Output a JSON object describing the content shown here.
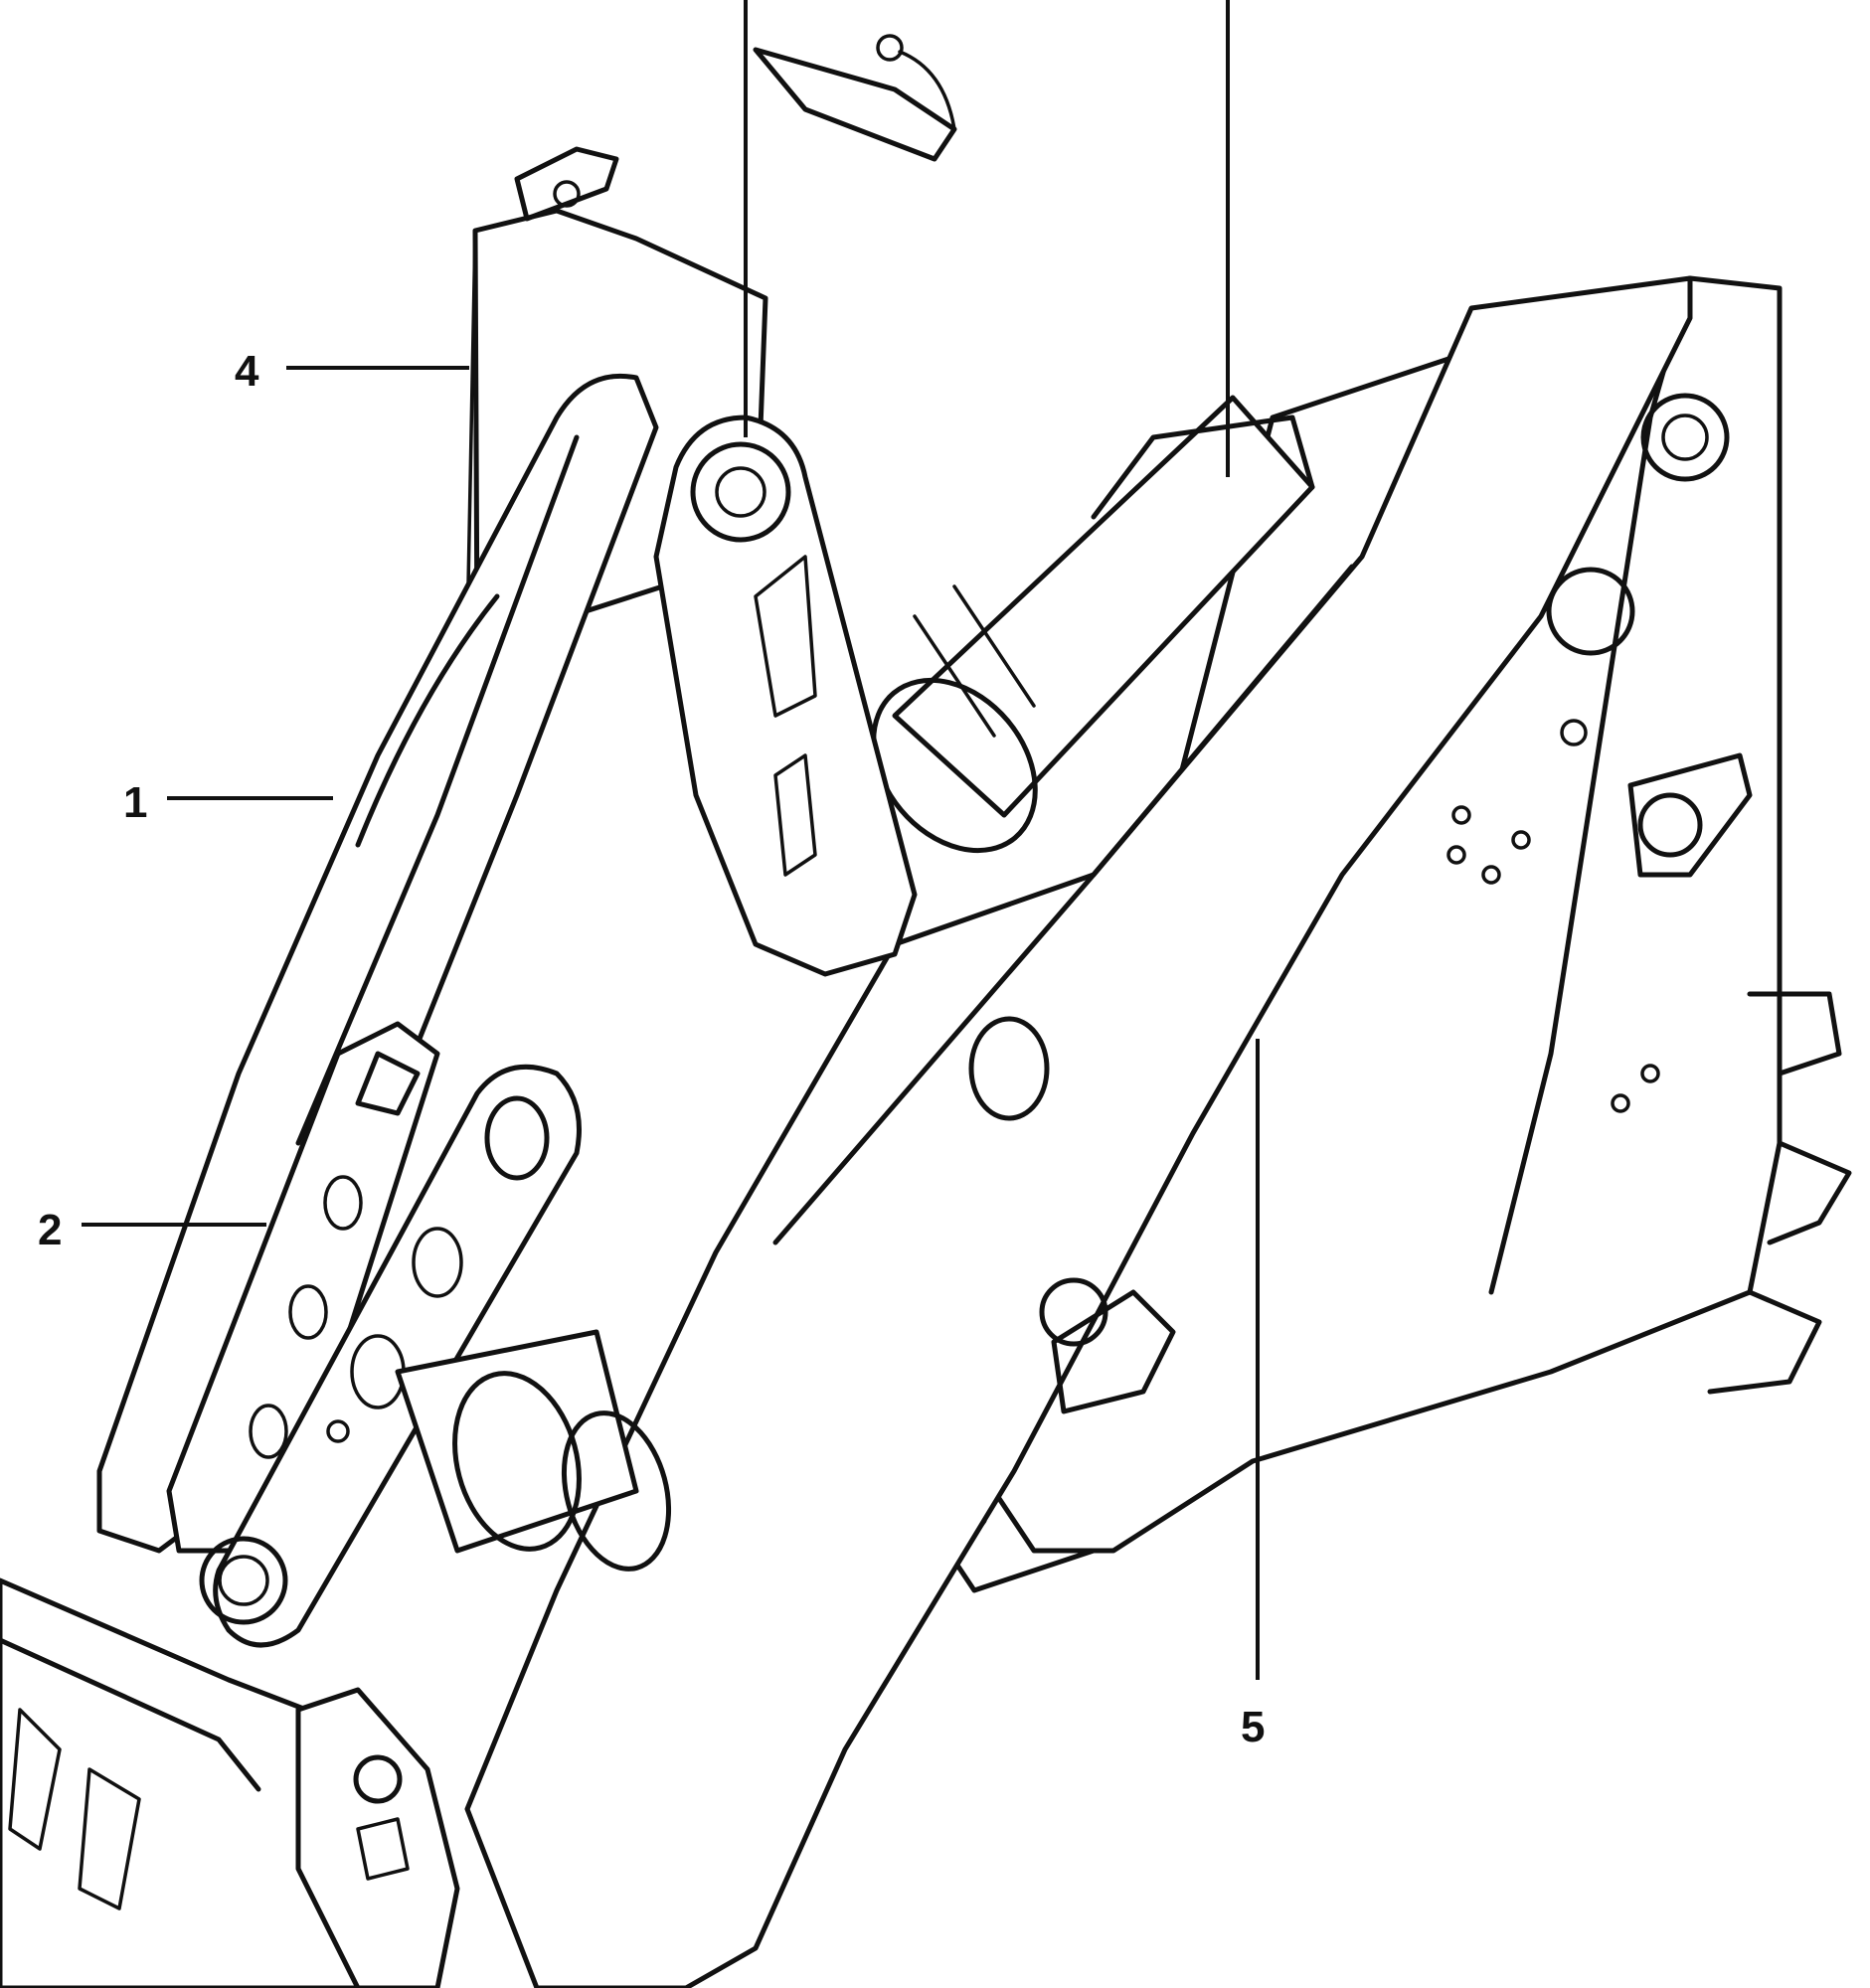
{
  "callouts": [
    {
      "id": "1",
      "label": "1"
    },
    {
      "id": "2",
      "label": "2"
    },
    {
      "id": "4",
      "label": "4"
    },
    {
      "id": "5",
      "label": "5"
    }
  ]
}
